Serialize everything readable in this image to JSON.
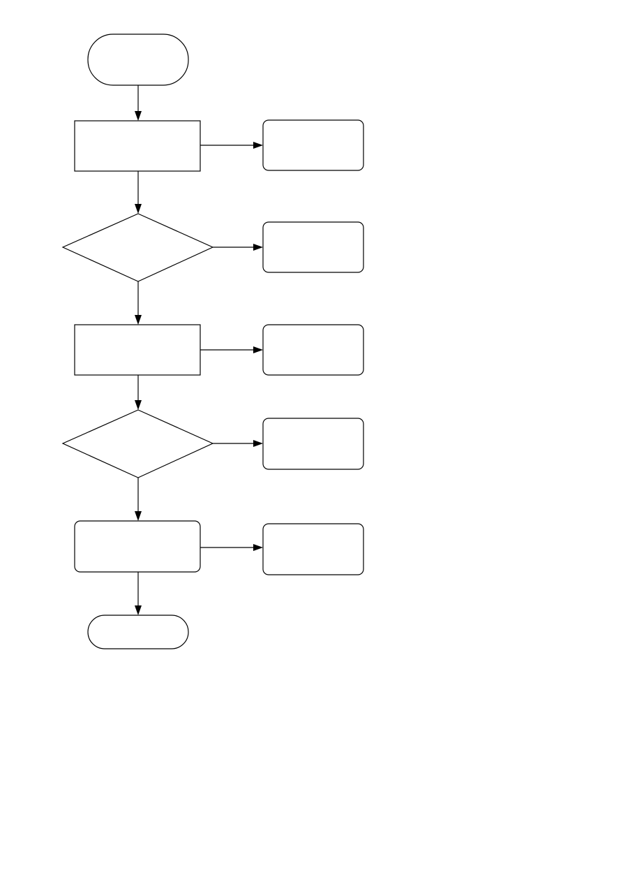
{
  "diagram": {
    "type": "flowchart",
    "nodes": [
      {
        "id": "start",
        "kind": "terminator",
        "text": ""
      },
      {
        "id": "process-1",
        "kind": "process",
        "text": ""
      },
      {
        "id": "decision-1",
        "kind": "decision",
        "text": ""
      },
      {
        "id": "process-2",
        "kind": "process",
        "text": ""
      },
      {
        "id": "decision-2",
        "kind": "decision",
        "text": ""
      },
      {
        "id": "process-3",
        "kind": "rounded-process",
        "text": ""
      },
      {
        "id": "end",
        "kind": "terminator",
        "text": ""
      },
      {
        "id": "side-1",
        "kind": "rounded-process",
        "text": ""
      },
      {
        "id": "side-2",
        "kind": "rounded-process",
        "text": ""
      },
      {
        "id": "side-3",
        "kind": "rounded-process",
        "text": ""
      },
      {
        "id": "side-4",
        "kind": "rounded-process",
        "text": ""
      },
      {
        "id": "side-5",
        "kind": "rounded-process",
        "text": ""
      }
    ],
    "edges": [
      {
        "from": "start",
        "to": "process-1"
      },
      {
        "from": "process-1",
        "to": "side-1"
      },
      {
        "from": "process-1",
        "to": "decision-1"
      },
      {
        "from": "decision-1",
        "to": "side-2"
      },
      {
        "from": "decision-1",
        "to": "process-2"
      },
      {
        "from": "process-2",
        "to": "side-3"
      },
      {
        "from": "process-2",
        "to": "decision-2"
      },
      {
        "from": "decision-2",
        "to": "side-4"
      },
      {
        "from": "decision-2",
        "to": "process-3"
      },
      {
        "from": "process-3",
        "to": "side-5"
      },
      {
        "from": "process-3",
        "to": "end"
      }
    ],
    "colors": {
      "stroke": "#000000",
      "fill": "#ffffff"
    }
  }
}
